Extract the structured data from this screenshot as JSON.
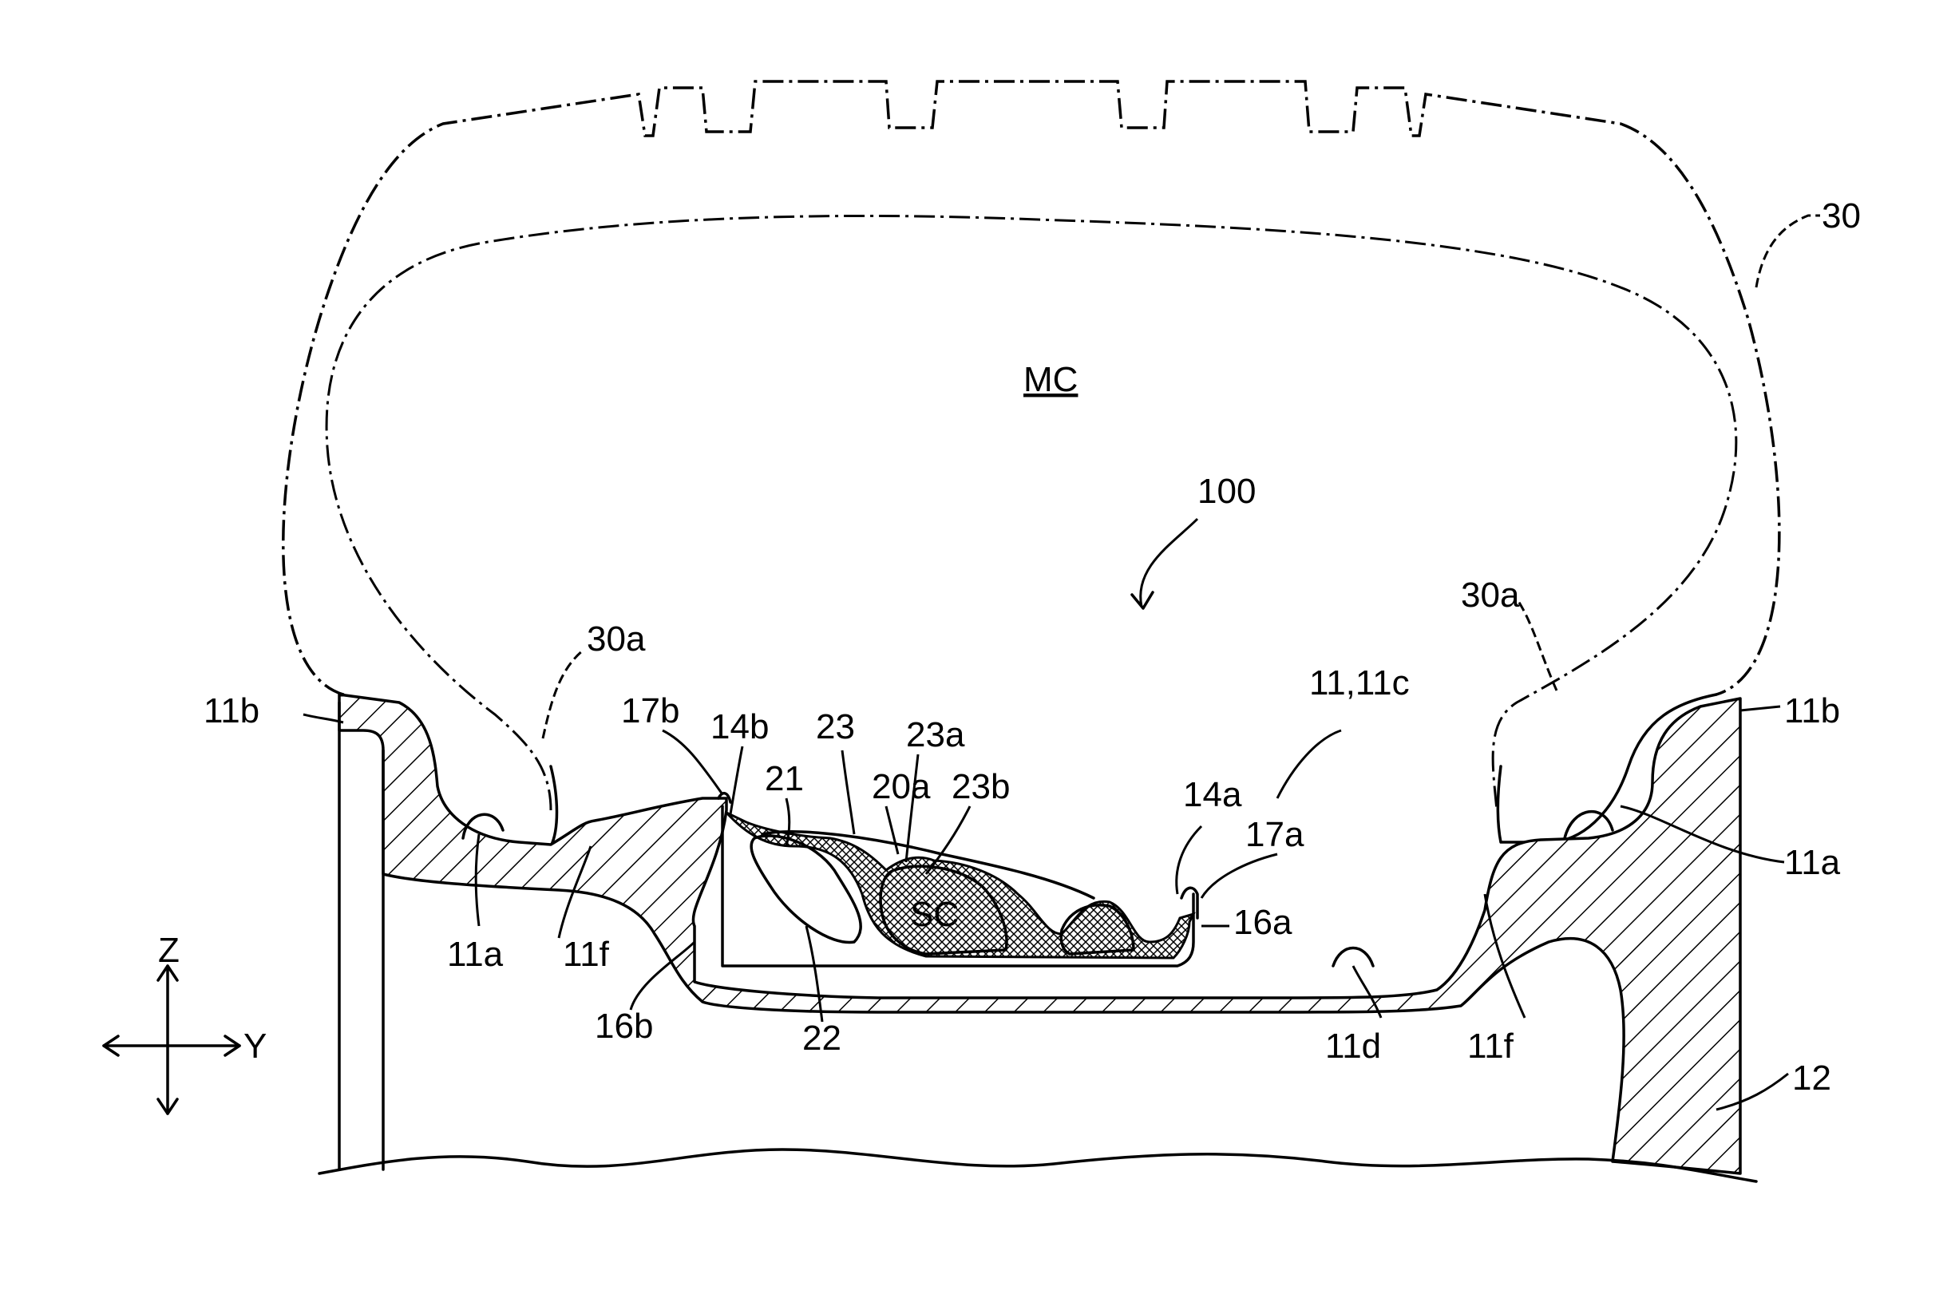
{
  "labels": {
    "tire": "30",
    "bead_left": "30a",
    "bead_right": "30a",
    "chamber_main": "MC",
    "device": "100",
    "flange_left": "11b",
    "flange_right": "11b",
    "rim": "11,11c",
    "seat_left": "11a",
    "seat_right": "11a",
    "hump_left": "11f",
    "hump_right": "11f",
    "well": "11d",
    "disc": "12",
    "wall_b": "16b",
    "wall_a": "16a",
    "lip_b": "17b",
    "lip_a": "17a",
    "edge_b": "14b",
    "edge_a": "14a",
    "body_21": "21",
    "body_22": "22",
    "body_23": "23",
    "body_23a": "23a",
    "body_23b": "23b",
    "body_20a": "20a",
    "chamber_sub": "SC"
  },
  "axes": {
    "z": "Z",
    "y": "Y"
  }
}
